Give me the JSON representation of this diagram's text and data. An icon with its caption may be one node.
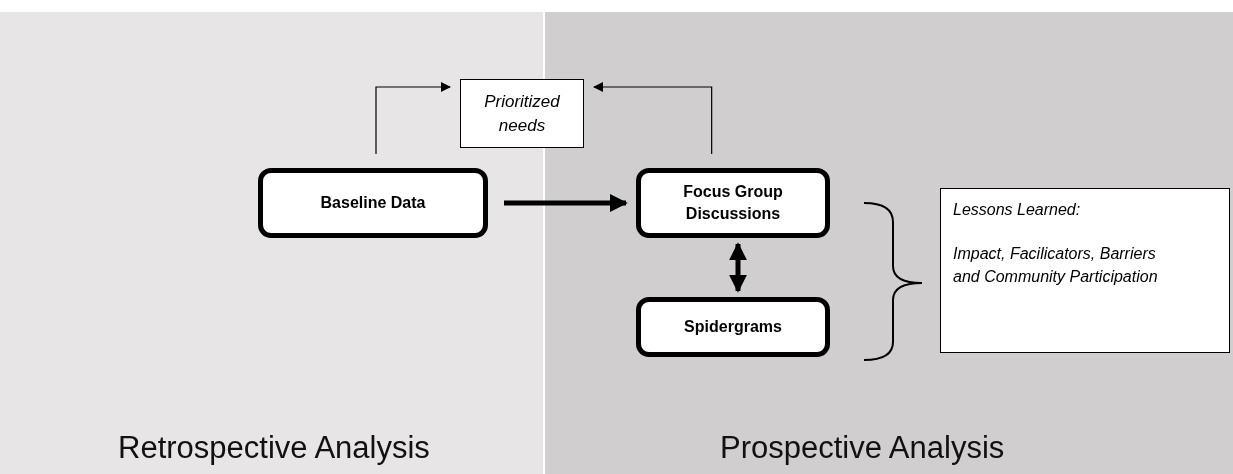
{
  "diagram": {
    "nodes": [
      {
        "text": [
          "Retrospective Analysis"
        ]
      },
      {
        "text": [
          "Prospective Analysis"
        ]
      },
      {
        "text": [
          "Prioritized needs"
        ]
      },
      {
        "text": [
          "Baseline Data"
        ],
        "in": 0
      },
      {
        "text": [
          "Focus Group Discussions"
        ],
        "in": 1
      },
      {
        "text": [
          "Spidergrams"
        ],
        "in": 1
      },
      {
        "text": [
          "Lessons Learned:",
          "Impact, Facilicators, Barriers and Community Participation"
        ],
        "in": 1
      }
    ],
    "edges": [
      {
        "from": 3,
        "to": 2,
        "arrow": "to"
      },
      {
        "from": 4,
        "to": 2,
        "arrow": "to"
      },
      {
        "from": 3,
        "to": 4,
        "arrow": "to",
        "style": "thick"
      },
      {
        "from": 4,
        "to": 5,
        "arrow": "both",
        "style": "thick"
      }
    ]
  }
}
